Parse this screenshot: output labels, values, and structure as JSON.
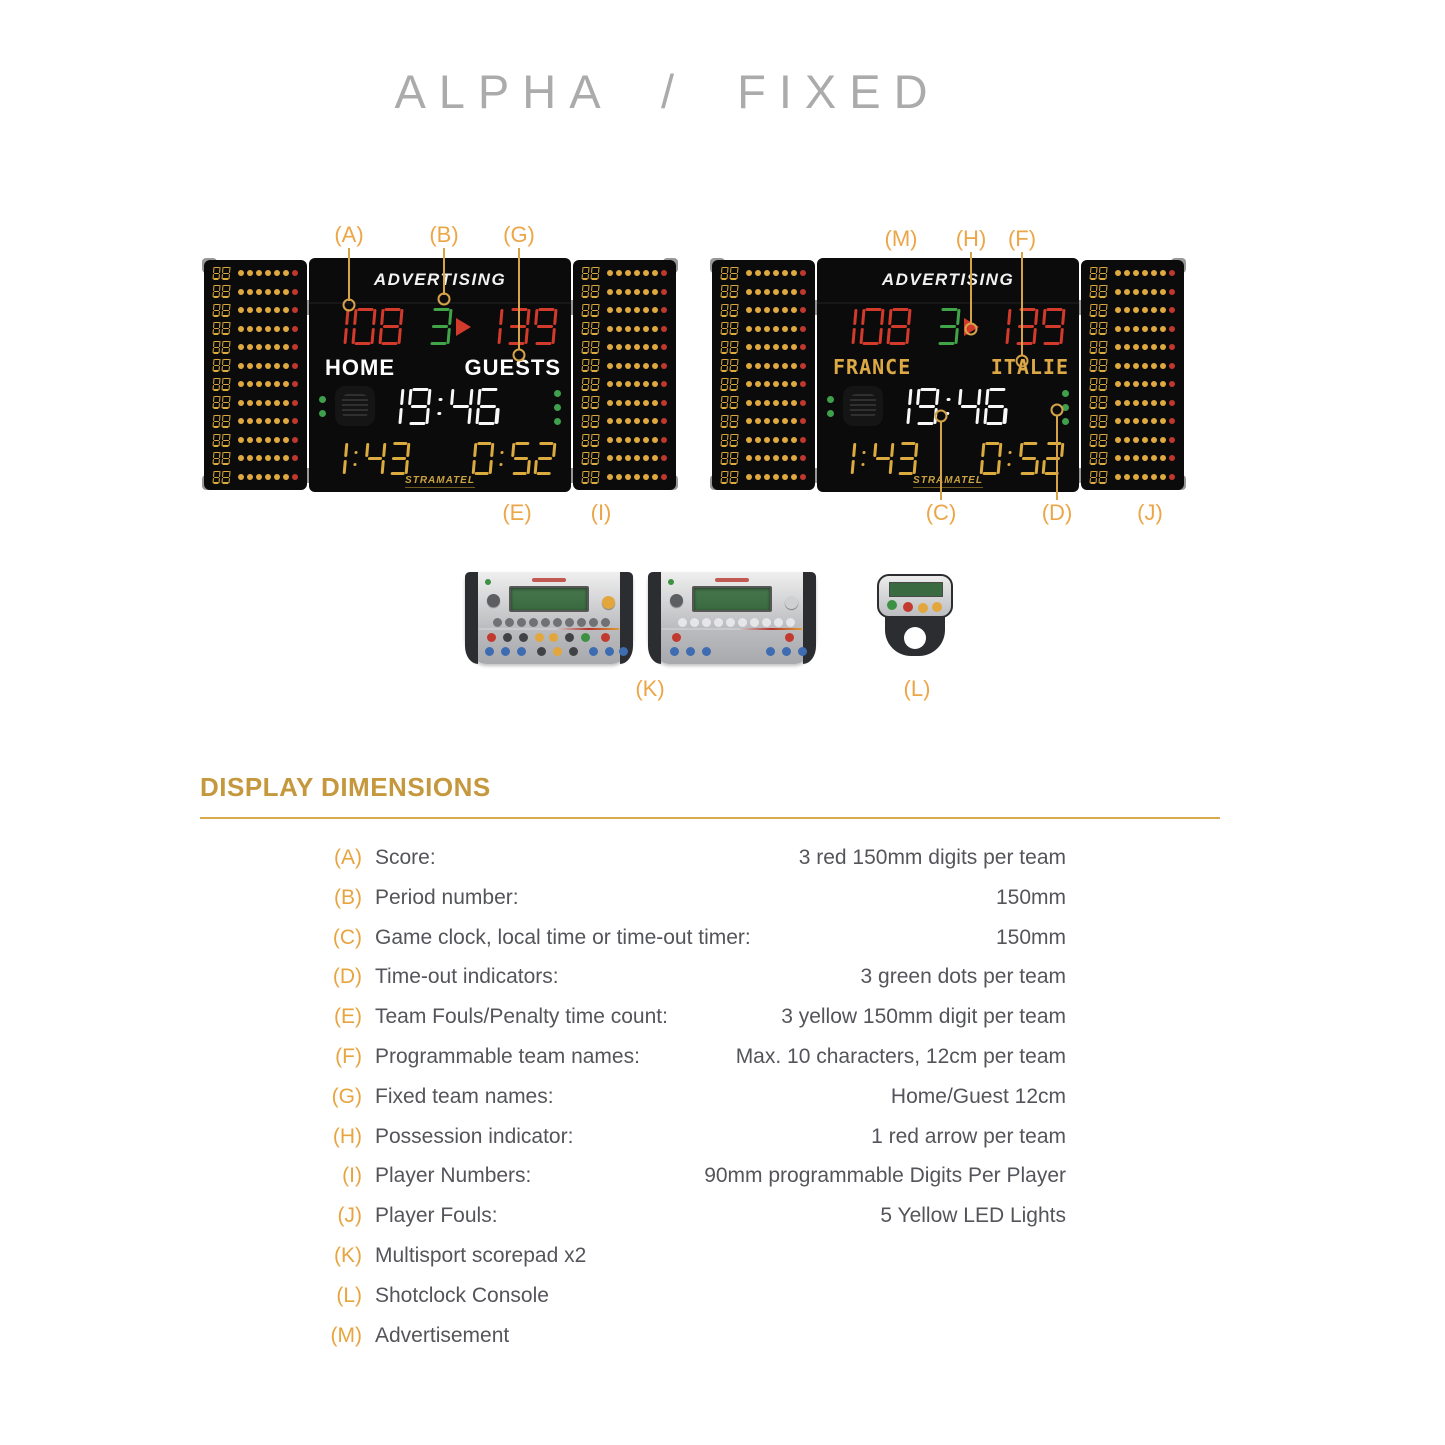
{
  "title": "ALPHA / FIXED",
  "scoreboards": {
    "left": {
      "advertising": "ADVERTISING",
      "score_left": "108",
      "period": "3",
      "score_right": "139",
      "name_left": "HOME",
      "name_right": "GUESTS",
      "clock": "19:46",
      "timer_left": "1:43",
      "timer_right": "0:52",
      "brand": "STRAMATEL"
    },
    "right": {
      "advertising": "ADVERTISING",
      "score_left": "108",
      "period": "3",
      "score_right": "139",
      "name_left": "FRANCE",
      "name_right": "ITALIE",
      "clock": "19:46",
      "timer_left": "1:43",
      "timer_right": "0:52",
      "brand": "STRAMATEL"
    }
  },
  "scoreboard_panel": {
    "player_number": "88",
    "rows": 12,
    "yellow_dots": 6
  },
  "callouts": {
    "A": "(A)",
    "B": "(B)",
    "G": "(G)",
    "M": "(M)",
    "H": "(H)",
    "F": "(F)",
    "E": "(E)",
    "I": "(I)",
    "C": "(C)",
    "D": "(D)",
    "J": "(J)",
    "K": "(K)",
    "L": "(L)"
  },
  "section": {
    "title": "DISPLAY DIMENSIONS",
    "items": [
      {
        "key": "(A)",
        "label": "Score:",
        "value": "3 red 150mm digits per team"
      },
      {
        "key": "(B)",
        "label": "Period number:",
        "value": "150mm"
      },
      {
        "key": "(C)",
        "label": "Game clock, local time or time-out timer:",
        "value": "150mm"
      },
      {
        "key": "(D)",
        "label": "Time-out indicators:",
        "value": "3 green dots per team"
      },
      {
        "key": "(E)",
        "label": "Team Fouls/Penalty time count:",
        "value": "3 yellow 150mm digit per team"
      },
      {
        "key": "(F)",
        "label": "Programmable team names:",
        "value": "Max. 10 characters, 12cm per team"
      },
      {
        "key": "(G)",
        "label": "Fixed team names:",
        "value": "Home/Guest 12cm"
      },
      {
        "key": "(H)",
        "label": "Possession indicator:",
        "value": "1 red arrow per team"
      },
      {
        "key": "(I)",
        "label": "Player Numbers:",
        "value": "90mm programmable Digits Per Player"
      },
      {
        "key": "(J)",
        "label": "Player Fouls:",
        "value": "5 Yellow LED Lights"
      },
      {
        "key": "(K)",
        "label": "Multisport scorepad x2",
        "value": ""
      },
      {
        "key": "(L)",
        "label": "Shotclock Console",
        "value": ""
      },
      {
        "key": "(M)",
        "label": "Advertisement",
        "value": ""
      }
    ]
  },
  "colors": {
    "accent_orange": "#e8a43e",
    "heading_gold": "#c6983e",
    "led_red": "#d23b2c",
    "led_green": "#41a449",
    "led_yellow": "#dcab3f",
    "led_white": "#f8f8f8"
  }
}
